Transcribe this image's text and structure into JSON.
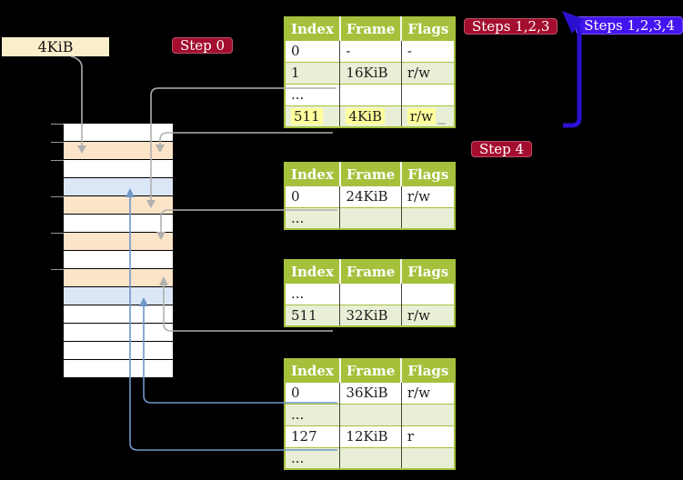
{
  "labels": {
    "frame_pointer": "4KiB",
    "step0": "Step 0",
    "steps_123": "Steps 1,2,3",
    "steps_1234": "Steps 1,2,3,4",
    "step4": "Step 4"
  },
  "colors": {
    "background": "#000000",
    "table_header": "#a5c13c",
    "table_row_shaded": "#e9efd6",
    "highlight": "#ffff9d",
    "memory_page_table": "#fce4c9",
    "memory_mapped_frame": "#dbe7f6",
    "memory_free": "#ffffff",
    "connector_gray": "#b0b0b0",
    "connector_blue": "#7195c8",
    "big_arrow_blue": "#2a11d0",
    "badge_red": "#a30d2e",
    "badge_blue": "#4314f0",
    "frame_label_bg": "#fbeecb"
  },
  "memory": {
    "rows": [
      "free",
      "table",
      "free",
      "mapped",
      "table",
      "free",
      "table",
      "free",
      "table",
      "mapped",
      "free",
      "free",
      "free",
      "free"
    ]
  },
  "tables": [
    {
      "name": "level4",
      "headers": [
        "Index",
        "Frame",
        "Flags"
      ],
      "rows": [
        {
          "cells": [
            "0",
            "-",
            "-"
          ]
        },
        {
          "cells": [
            "1",
            "16KiB",
            "r/w"
          ]
        },
        {
          "cells": [
            "...",
            "",
            ""
          ]
        },
        {
          "cells": [
            "511",
            "4KiB",
            "r/w"
          ]
        }
      ]
    },
    {
      "name": "level3",
      "headers": [
        "Index",
        "Frame",
        "Flags"
      ],
      "rows": [
        {
          "cells": [
            "0",
            "24KiB",
            "r/w"
          ]
        },
        {
          "cells": [
            "...",
            "",
            ""
          ]
        }
      ]
    },
    {
      "name": "level2",
      "headers": [
        "Index",
        "Frame",
        "Flags"
      ],
      "rows": [
        {
          "cells": [
            "...",
            "",
            ""
          ]
        },
        {
          "cells": [
            "511",
            "32KiB",
            "r/w"
          ]
        }
      ]
    },
    {
      "name": "level1",
      "headers": [
        "Index",
        "Frame",
        "Flags"
      ],
      "rows": [
        {
          "cells": [
            "0",
            "36KiB",
            "r/w"
          ]
        },
        {
          "cells": [
            "...",
            "",
            ""
          ]
        },
        {
          "cells": [
            "127",
            "12KiB",
            "r"
          ]
        },
        {
          "cells": [
            "...",
            "",
            ""
          ]
        }
      ]
    }
  ]
}
